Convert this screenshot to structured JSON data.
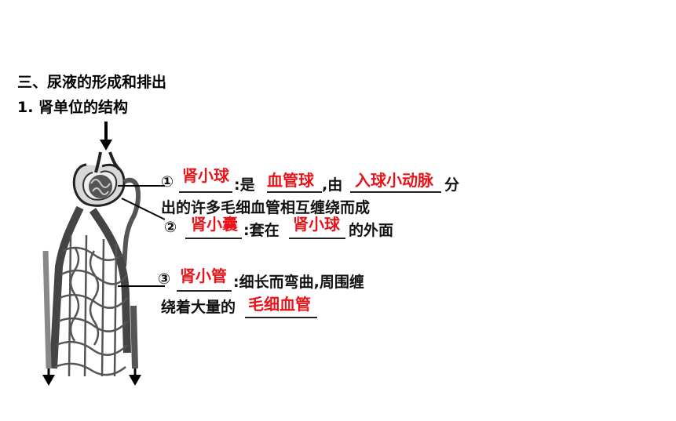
{
  "heading": {
    "section": "三、尿液的形成和排出",
    "subsection": "1. 肾单位的结构"
  },
  "item1": {
    "marker": "①",
    "answer_name": "肾小球",
    "text_is": ":是",
    "answer_is": "血管球",
    "text_from": ",由",
    "answer_from": "入球小动脉",
    "text_tail": "分",
    "text_line2": "出的许多毛细血管相互缠绕而成"
  },
  "item2": {
    "marker": "②",
    "answer_name": "肾小囊",
    "text_around": ":套在",
    "answer_around": "肾小球",
    "text_tail": "的外面"
  },
  "item3": {
    "marker": "③",
    "answer_name": "肾小管",
    "text_desc": ":细长而弯曲,周围缠",
    "text_line2": "绕着大量的",
    "answer_vessels": "毛细血管"
  },
  "colors": {
    "answer": "#e8141a",
    "text": "#111111"
  }
}
